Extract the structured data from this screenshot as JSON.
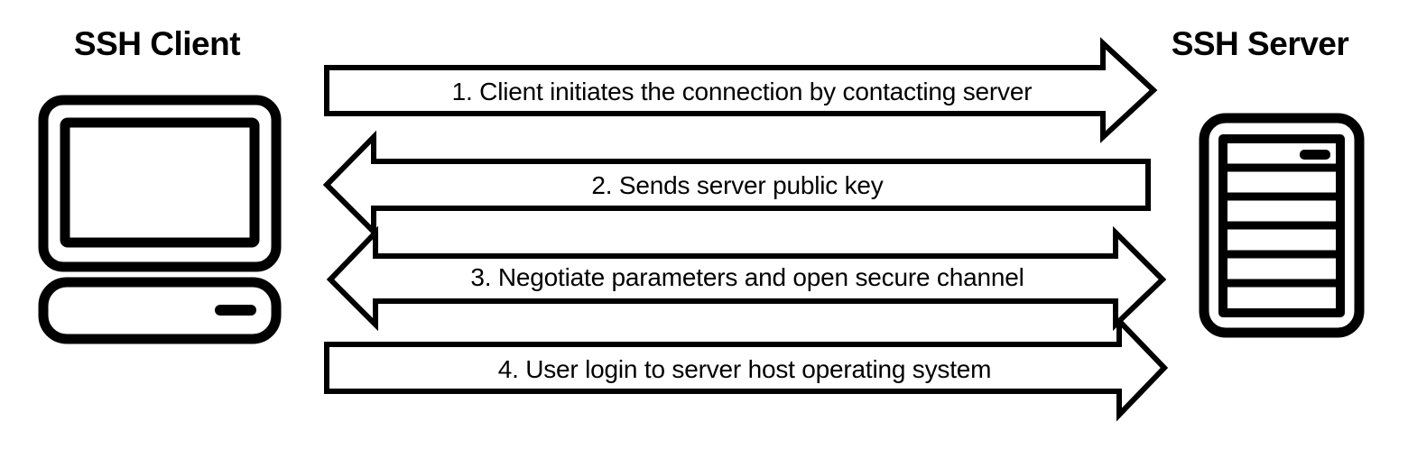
{
  "diagram": {
    "title": "SSH connection handshake sequence",
    "background_color": "#ffffff",
    "stroke_color": "#000000",
    "fill_color": "#ffffff"
  },
  "endpoints": {
    "client": {
      "title": "SSH Client",
      "icon": "desktop-computer-icon"
    },
    "server": {
      "title": "SSH Server",
      "icon": "server-tower-icon"
    }
  },
  "steps": [
    {
      "number": "1",
      "label": "1. Client initiates the connection by contacting server",
      "direction": "client-to-server",
      "icon": "arrow-right-icon"
    },
    {
      "number": "2",
      "label": "2. Sends server public key",
      "direction": "server-to-client",
      "icon": "arrow-left-icon"
    },
    {
      "number": "3",
      "label": "3. Negotiate parameters and open secure channel",
      "direction": "bidirectional",
      "icon": "arrow-both-icon"
    },
    {
      "number": "4",
      "label": "4. User login to server host operating system",
      "direction": "client-to-server",
      "icon": "arrow-right-icon"
    }
  ]
}
